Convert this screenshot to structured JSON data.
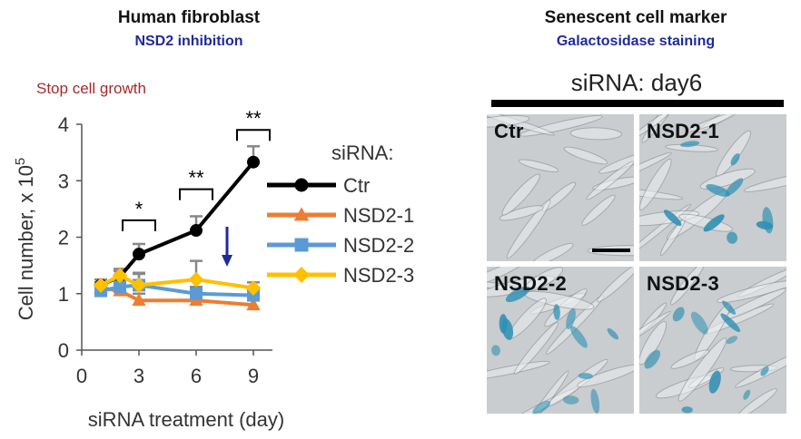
{
  "left": {
    "title": "Human fibroblast",
    "subtitle": "NSD2 inhibition",
    "annotation": "Stop cell growth"
  },
  "right": {
    "title": "Senescent cell marker",
    "subtitle": "Galactosidase staining",
    "banner": "siRNA: day6",
    "panels": [
      "Ctr",
      "NSD2-1",
      "NSD2-2",
      "NSD2-3"
    ]
  },
  "colors": {
    "title": "#111111",
    "subtitle": "#1f2a9c",
    "annotation": "#a52a2a",
    "arrow": "#1f2a9c",
    "stain": "#2f8fb3"
  },
  "chart_data": {
    "type": "line",
    "title": "",
    "xlabel": "siRNA treatment (day)",
    "ylabel": "Cell number, x 10",
    "ylabel_superscript": "5",
    "xlim": [
      0,
      10
    ],
    "ylim": [
      0,
      4
    ],
    "xticks": [
      0,
      3,
      6,
      9
    ],
    "yticks": [
      0,
      1,
      2,
      3,
      4
    ],
    "legend_title": "siRNA:",
    "legend_position": "right",
    "series": [
      {
        "name": "Ctr",
        "color": "#000000",
        "marker": "circle",
        "x": [
          1,
          2,
          3,
          6,
          9
        ],
        "y": [
          1.15,
          1.3,
          1.7,
          2.12,
          3.33
        ],
        "err": [
          0.1,
          0.1,
          0.18,
          0.25,
          0.28
        ]
      },
      {
        "name": "NSD2-1",
        "color": "#ed7d31",
        "marker": "triangle",
        "x": [
          1,
          2,
          3,
          6,
          9
        ],
        "y": [
          1.1,
          1.05,
          0.88,
          0.88,
          0.8
        ],
        "err": [
          0.1,
          0.12,
          0.12,
          0.12,
          0.12
        ]
      },
      {
        "name": "NSD2-2",
        "color": "#5b9bd5",
        "marker": "square",
        "x": [
          1,
          2,
          3,
          6,
          9
        ],
        "y": [
          1.05,
          1.12,
          1.15,
          1.0,
          0.97
        ],
        "err": [
          0.12,
          0.15,
          0.2,
          0.12,
          0.12
        ]
      },
      {
        "name": "NSD2-3",
        "color": "#ffc000",
        "marker": "diamond",
        "x": [
          1,
          2,
          3,
          6,
          9
        ],
        "y": [
          1.15,
          1.32,
          1.15,
          1.25,
          1.1
        ],
        "err": [
          0.1,
          0.12,
          0.22,
          0.33,
          0.1
        ]
      }
    ],
    "significance": [
      {
        "label": "*",
        "x": 3,
        "y": 2.3
      },
      {
        "label": "**",
        "x": 6,
        "y": 2.85
      },
      {
        "label": "**",
        "x": 9,
        "y": 3.9
      }
    ]
  }
}
